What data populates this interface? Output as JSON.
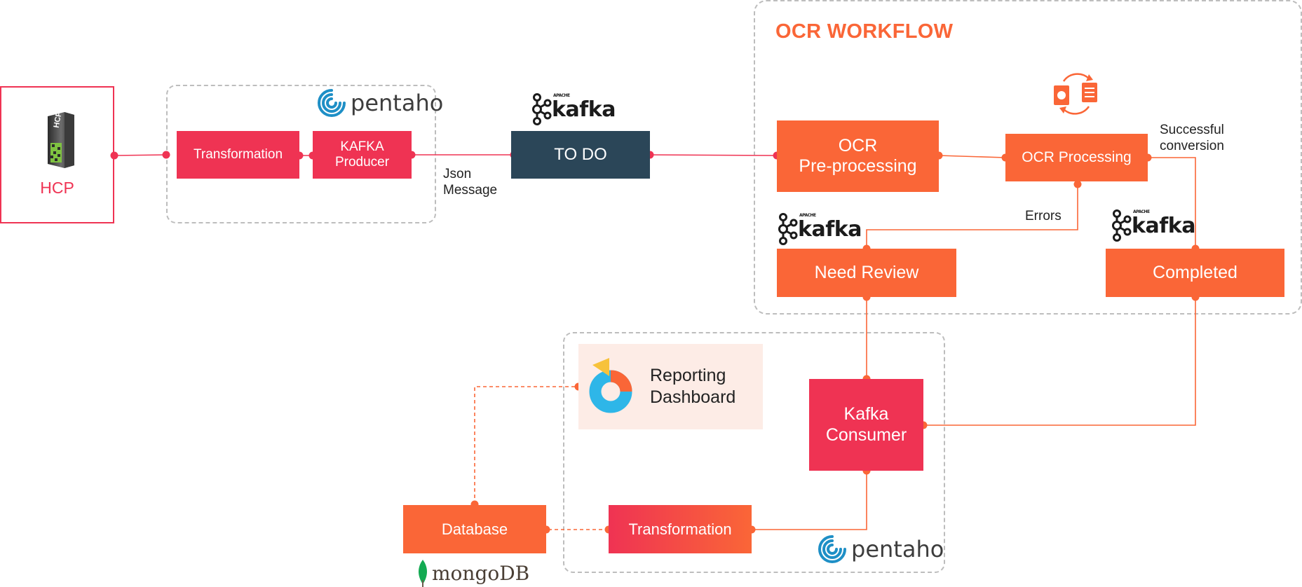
{
  "ocr_group": {
    "title": "OCR WORKFLOW"
  },
  "hcp": {
    "label": "HCP",
    "server_text": "HCP"
  },
  "logos": {
    "kafka": "kafka",
    "kafka_small": "APACHE",
    "pentaho": "pentaho",
    "mongodb": "mongoDB"
  },
  "nodes": {
    "transformation_top": "Transformation",
    "kafka_producer": "KAFKA\nProducer",
    "todo": "TO DO",
    "ocr_preprocessing": "OCR\nPre-processing",
    "ocr_processing": "OCR Processing",
    "need_review": "Need Review",
    "completed": "Completed",
    "kafka_consumer": "Kafka\nConsumer",
    "transformation_bottom": "Transformation",
    "database": "Database",
    "reporting_dashboard": "Reporting\nDashboard"
  },
  "edge_labels": {
    "json_message": "Json\nMessage",
    "errors": "Errors",
    "successful_conversion": "Successful\nconversion"
  },
  "colors": {
    "orange": "#fa6637",
    "red": "#ef3353",
    "navy": "#2b4658",
    "dashboard_bg": "#fdece6"
  }
}
